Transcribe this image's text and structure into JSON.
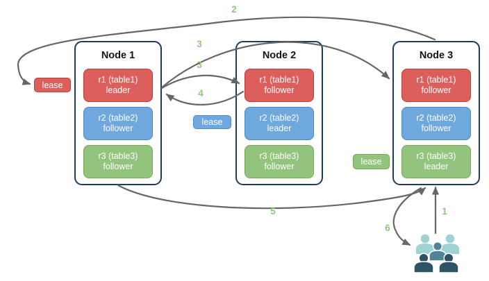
{
  "nodes": [
    {
      "title": "Node 1",
      "replicas": [
        {
          "name": "r1 (table1)",
          "role": "leader",
          "color_key": "red"
        },
        {
          "name": "r2 (table2)",
          "role": "follower",
          "color_key": "blue"
        },
        {
          "name": "r3 (table3)",
          "role": "follower",
          "color_key": "green"
        }
      ]
    },
    {
      "title": "Node 2",
      "replicas": [
        {
          "name": "r1 (table1)",
          "role": "follower",
          "color_key": "red"
        },
        {
          "name": "r2 (table2)",
          "role": "leader",
          "color_key": "blue"
        },
        {
          "name": "r3 (table3)",
          "role": "follower",
          "color_key": "green"
        }
      ]
    },
    {
      "title": "Node 3",
      "replicas": [
        {
          "name": "r1 (table1)",
          "role": "follower",
          "color_key": "red"
        },
        {
          "name": "r2 (table2)",
          "role": "follower",
          "color_key": "blue"
        },
        {
          "name": "r3 (table3)",
          "role": "leader",
          "color_key": "green"
        }
      ]
    }
  ],
  "leases": [
    {
      "label": "lease",
      "color_key": "red"
    },
    {
      "label": "lease",
      "color_key": "blue"
    },
    {
      "label": "lease",
      "color_key": "green"
    }
  ],
  "step_labels": {
    "s1": "1",
    "s2": "2",
    "s3a": "3",
    "s3b": "3",
    "s4": "4",
    "s5": "5",
    "s6": "6"
  },
  "edges": [
    {
      "step": "1",
      "from": "users",
      "to": "node3"
    },
    {
      "step": "2",
      "from": "node3",
      "to": "lease-red"
    },
    {
      "step": "3",
      "from": "node1-r1-leader",
      "to": "node3-r1-follower"
    },
    {
      "step": "3",
      "from": "node1-r1-leader",
      "to": "node2-r1-follower"
    },
    {
      "step": "4",
      "from": "node2-r1-follower",
      "to": "node1-r1-leader"
    },
    {
      "step": "5",
      "from": "node1",
      "to": "node3"
    },
    {
      "step": "6",
      "from": "node3",
      "to": "users"
    }
  ],
  "icons": {
    "users_group": "users-group-icon"
  },
  "colors": {
    "node_border": "#1d3a5f",
    "red_fill": "#dd5f5c",
    "red_border": "#c03c3a",
    "blue_fill": "#6fa8dc",
    "blue_border": "#4b89c8",
    "green_fill": "#93c47d",
    "green_border": "#73a857",
    "arrow_gray": "#666666",
    "step_green": "#90c77c",
    "users_light": "#9ed2d3",
    "users_mid": "#4e8496",
    "users_dark": "#2d5364",
    "title_color": "#141414"
  }
}
